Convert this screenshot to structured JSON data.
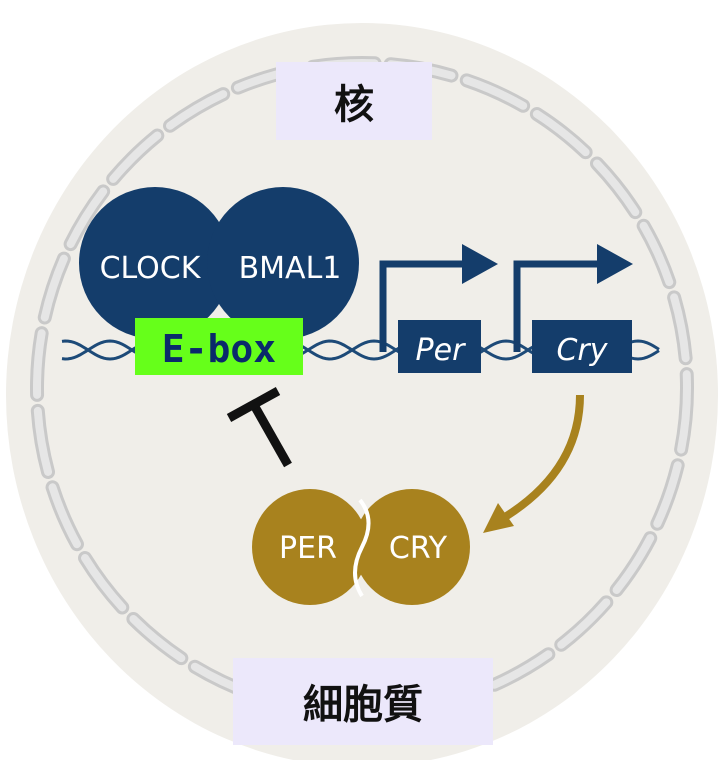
{
  "labels": {
    "nucleus": "核",
    "cytoplasm": "細胞質",
    "clock": "CLOCK",
    "bmal1": "BMAL1",
    "ebox": "E-box",
    "per_gene": "Per",
    "cry_gene": "Cry",
    "per_protein": "PER",
    "cry_protein": "CRY"
  },
  "colors": {
    "navy": "#143d6b",
    "gold": "#a8821e",
    "ebox": "#66ff1a",
    "label_bg": "#ece8fb",
    "cell": "#f0eee9"
  }
}
